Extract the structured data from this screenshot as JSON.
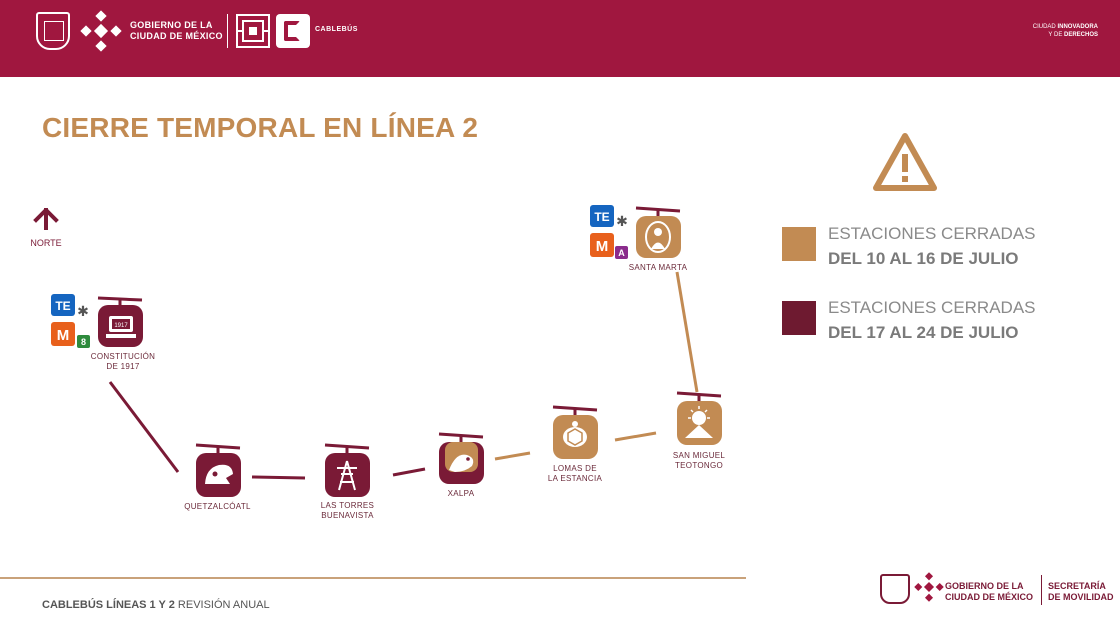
{
  "header": {
    "gob_line1": "GOBIERNO DE LA",
    "gob_line2": "CIUDAD DE MÉXICO",
    "brand": "CABLEBÚS",
    "tag_line1_a": "CIUDAD ",
    "tag_line1_b": "INNOVADORA",
    "tag_line2_a": "Y DE ",
    "tag_line2_b": "DERECHOS",
    "bg_color": "#a0173f"
  },
  "title": "CIERRE TEMPORAL EN LÍNEA 2",
  "north_label": "NORTE",
  "colors": {
    "closed_first_week": "#c28b53",
    "closed_second_week": "#7a1a36",
    "accent": "#c28b53"
  },
  "legend": [
    {
      "line1": "ESTACIONES CERRADAS",
      "line2": "DEL 10  AL 16 DE JULIO",
      "color": "#c28b53"
    },
    {
      "line1": "ESTACIONES CERRADAS",
      "line2": "DEL 17 AL 24 DE JULIO",
      "color": "#6e1a30"
    }
  ],
  "stations": [
    {
      "id": "constitucion",
      "label_line1": "CONSTITUCIÓN",
      "label_line2": "DE 1917",
      "group": "second",
      "icon": "monument-icon",
      "transfers": [
        "trolebus-icon",
        "metro-icon"
      ],
      "metro_line": "8"
    },
    {
      "id": "quetzalcoatl",
      "label_line1": "QUETZALCÓATL",
      "label_line2": "",
      "group": "second",
      "icon": "serpent-icon",
      "transfers": []
    },
    {
      "id": "las-torres",
      "label_line1": "LAS TORRES",
      "label_line2": "BUENAVISTA",
      "group": "second",
      "icon": "tower-icon",
      "transfers": []
    },
    {
      "id": "xalpa",
      "label_line1": "XALPA",
      "label_line2": "",
      "group": "second",
      "icon": "lizard-icon",
      "transfers": []
    },
    {
      "id": "lomas",
      "label_line1": "LOMAS DE",
      "label_line2": "LA ESTANCIA",
      "group": "first",
      "icon": "turtle-icon",
      "transfers": []
    },
    {
      "id": "san-miguel",
      "label_line1": "SAN MIGUEL",
      "label_line2": "TEOTONGO",
      "group": "first",
      "icon": "sun-mountain-icon",
      "transfers": []
    },
    {
      "id": "santa-marta",
      "label_line1": "SANTA MARTA",
      "label_line2": "",
      "group": "first",
      "icon": "saint-icon",
      "transfers": [
        "trolebus-icon",
        "metro-icon"
      ],
      "metro_line": "A"
    }
  ],
  "footer": {
    "strong": "CABLEBÚS LÍNEAS 1 Y 2",
    "rest": " REVISIÓN ANUAL",
    "gob_line1": "GOBIERNO DE LA",
    "gob_line2": "CIUDAD DE MÉXICO",
    "sec_line1": "SECRETARÍA",
    "sec_line2": "DE MOVILIDAD"
  }
}
